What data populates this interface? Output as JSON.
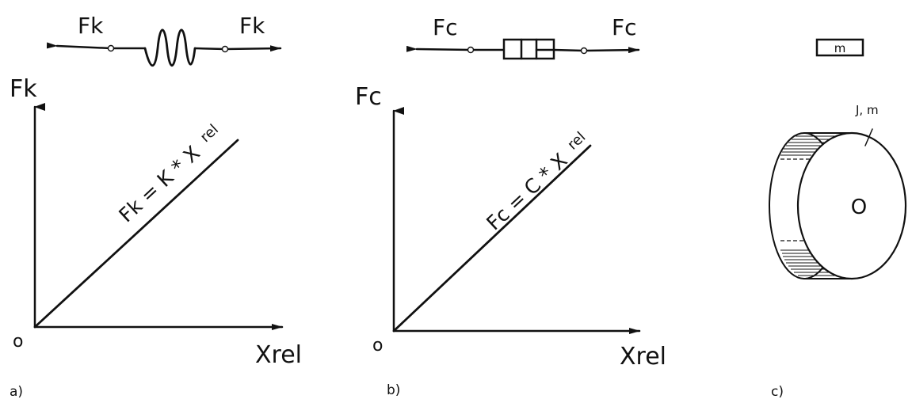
{
  "panel_a": {
    "force_left": "Fk",
    "force_right": "Fk",
    "y_axis": "Fk",
    "x_axis": "Xrel",
    "origin": "o",
    "eq_main": "Fk = K * X",
    "eq_sub": "rel",
    "caption": "a)"
  },
  "panel_b": {
    "force_left": "Fc",
    "force_right": "Fc",
    "y_axis": "Fc",
    "x_axis": "Xrel",
    "origin": "o",
    "eq_main": "Fc = C * X",
    "eq_sub": "rel",
    "caption": "b)"
  },
  "panel_c": {
    "mass_box": "m",
    "disc_label": "J, m",
    "disc_center": "O",
    "caption": "c)"
  }
}
